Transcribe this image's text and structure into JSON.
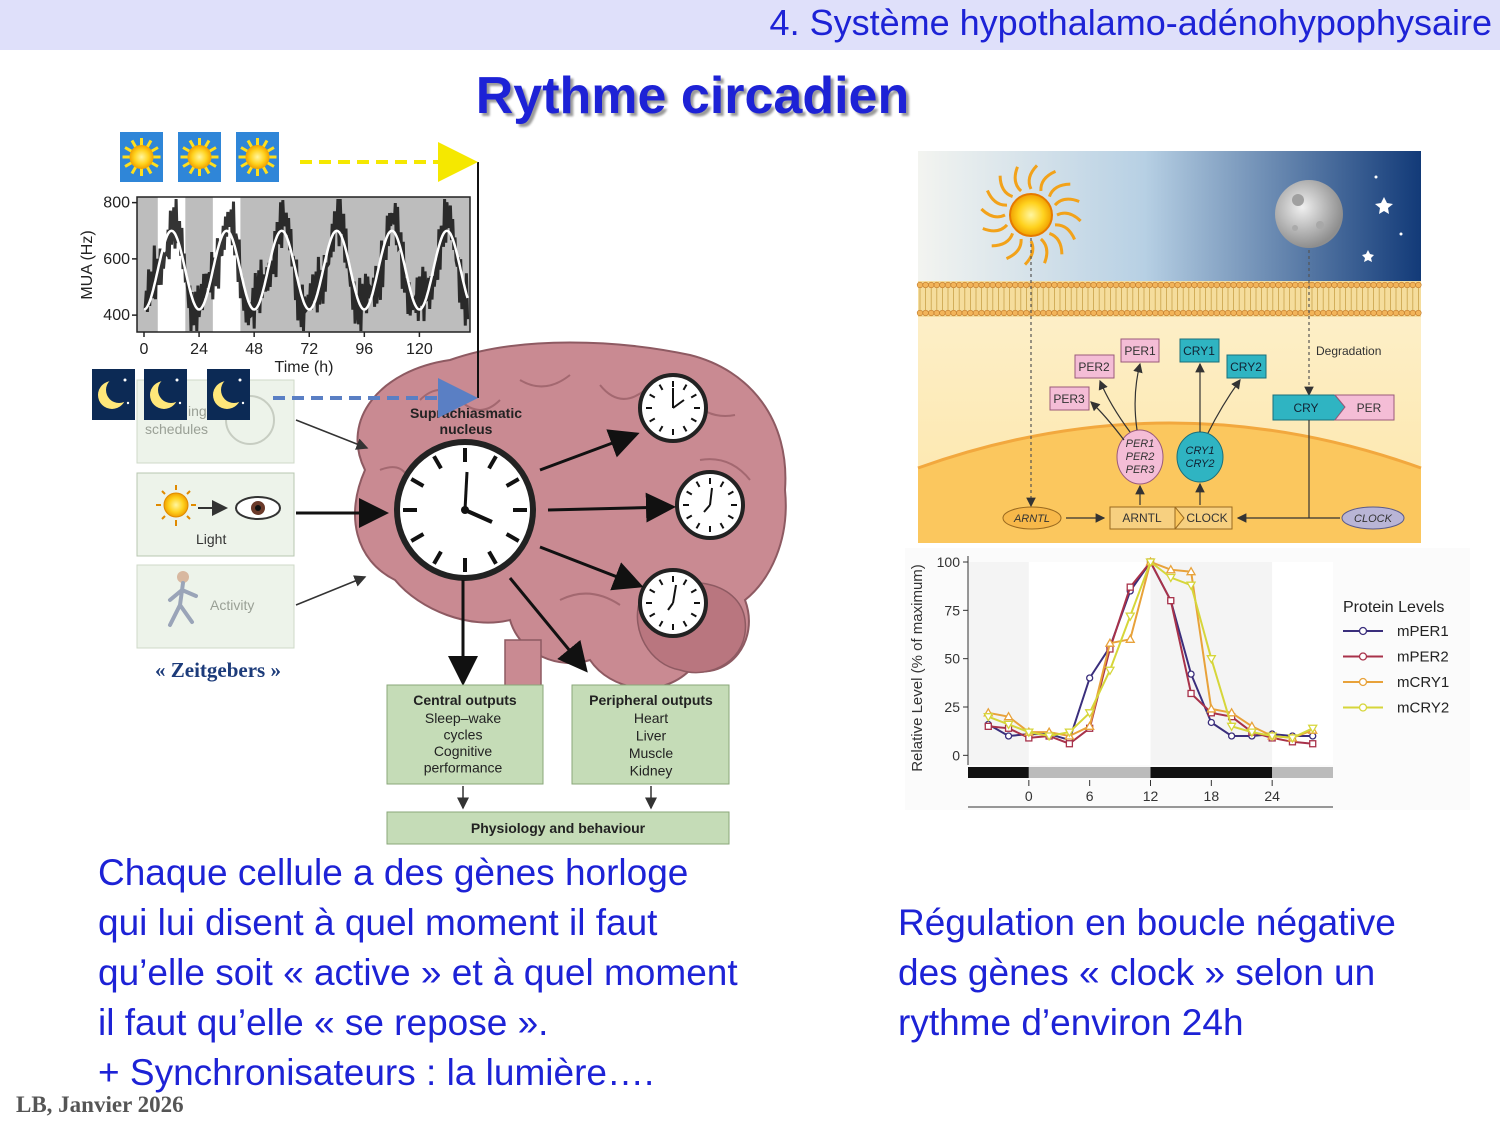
{
  "slide": {
    "header": "4. Système hypothalamo-adénohypophysaire",
    "title": "Rythme circadien",
    "left_text": [
      "Chaque cellule a des gènes horloge",
      "qui lui disent à quel moment il faut",
      "qu’elle soit « active » et à quel moment",
      "il faut qu’elle « se repose ».",
      "+ Synchronisateurs : la lumière…."
    ],
    "right_text": [
      "Régulation en boucle négative",
      "des gènes « clock » selon un",
      "rythme d’environ 24h"
    ],
    "footer": "LB, Janvier 2026"
  },
  "brain_figure": {
    "mua_ylabel": "MUA (Hz)",
    "mua_xlabel": "Time (h)",
    "mua_yticks": [
      "800",
      "600",
      "400"
    ],
    "mua_xticks": [
      "0",
      "24",
      "48",
      "72",
      "96",
      "120"
    ],
    "zeitgebers": [
      "Feeding schedules",
      "Light",
      "Activity"
    ],
    "zeitgebers_caption": "« Zeitgebers »",
    "scn_label": "Suprachiasmatic nucleus",
    "central_title": "Central outputs",
    "central_items": [
      "Sleep–wake cycles",
      "Cognitive performance"
    ],
    "peripheral_title": "Peripheral outputs",
    "peripheral_items": [
      "Heart",
      "Liver",
      "Muscle",
      "Kidney"
    ],
    "physio_label": "Physiology and behaviour"
  },
  "clock_diagram": {
    "genes": {
      "per1": "PER1",
      "per2": "PER2",
      "per3": "PER3",
      "cry1": "CRY1",
      "cry2": "CRY2",
      "per_complex": [
        "PER1",
        "PER2",
        "PER3"
      ],
      "cry_complex": [
        "CRY1",
        "CRY2"
      ],
      "degradation": "Degradation",
      "cry_box": "CRY",
      "per_box": "PER",
      "arntl": "ARNTL",
      "arntl_box": "ARNTL",
      "clock_box": "CLOCK",
      "clock": "CLOCK"
    }
  },
  "chart_data": {
    "type": "line",
    "ylabel": "Relative Level (% of maximum)",
    "legend_title": "Protein Levels",
    "legend_position": "right",
    "x": [
      -4,
      -2,
      0,
      2,
      4,
      6,
      8,
      10,
      12,
      14,
      16,
      18,
      20,
      22,
      24,
      26,
      28
    ],
    "xticks": [
      0,
      6,
      12,
      18,
      24
    ],
    "yticks": [
      0,
      25,
      50,
      75,
      100
    ],
    "ylim": [
      -5,
      100
    ],
    "xlim": [
      -6,
      30
    ],
    "series": [
      {
        "name": "mPER1",
        "color": "#3a2e7c",
        "values": [
          16,
          10,
          11,
          11,
          8,
          40,
          56,
          85,
          100,
          80,
          42,
          17,
          10,
          10,
          11,
          10,
          10
        ]
      },
      {
        "name": "mPER2",
        "color": "#a8324a",
        "values": [
          15,
          14,
          9,
          10,
          6,
          14,
          55,
          87,
          100,
          80,
          32,
          22,
          20,
          12,
          9,
          7,
          6
        ]
      },
      {
        "name": "mCRY1",
        "color": "#e8a23a",
        "values": [
          22,
          20,
          12,
          12,
          10,
          15,
          58,
          60,
          100,
          96,
          95,
          24,
          22,
          15,
          10,
          9,
          13
        ]
      },
      {
        "name": "mCRY2",
        "color": "#d6d63a",
        "values": [
          20,
          16,
          12,
          10,
          12,
          22,
          44,
          72,
          100,
          92,
          88,
          50,
          15,
          12,
          10,
          9,
          14
        ]
      }
    ]
  }
}
